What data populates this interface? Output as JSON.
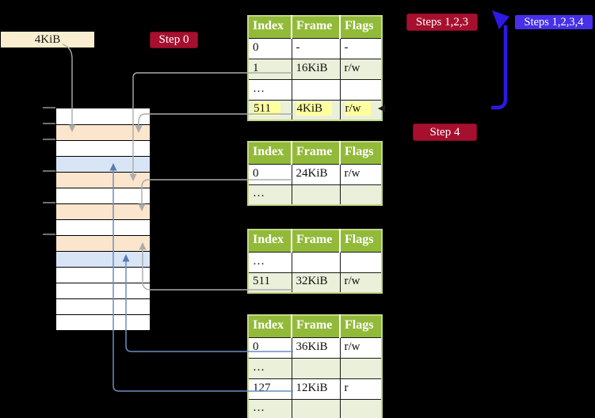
{
  "labels": {
    "frame_size": "4KiB",
    "step0": "Step 0",
    "steps123": "Steps 1,2,3",
    "steps1234": "Steps 1,2,3,4",
    "step4": "Step 4"
  },
  "colors": {
    "background": "#000000",
    "table_header_green": "#92BA39",
    "table_row_green": "#EAF0DA",
    "highlight_yellow": "#FFFF9E",
    "badge_red": "#A6102E",
    "badge_blue": "#4630E8",
    "big_arrow_blue": "#2D18E4",
    "connector_gray": "#ABABAB",
    "connector_blue": "#6C8EBF",
    "memory_peach": "#FCE5CD",
    "memory_blue": "#D8E5F5",
    "frame_label_cream": "#FAEED0"
  },
  "memory": {
    "rows": [
      "white",
      "peach",
      "white",
      "blue",
      "peach",
      "white",
      "peach",
      "white",
      "peach",
      "blue",
      "white",
      "white",
      "white",
      "white"
    ]
  },
  "tables": [
    {
      "id": "page-table-level-1",
      "headers": [
        "Index",
        "Frame",
        "Flags"
      ],
      "rows": [
        {
          "cells": [
            "0",
            "-",
            "-"
          ],
          "highlight": false
        },
        {
          "cells": [
            "1",
            "16KiB",
            "r/w"
          ],
          "highlight": false
        },
        {
          "cells": [
            "…",
            "",
            ""
          ],
          "highlight": false
        },
        {
          "cells": [
            "511",
            "4KiB",
            "r/w"
          ],
          "highlight": true
        }
      ]
    },
    {
      "id": "page-table-level-2",
      "headers": [
        "Index",
        "Frame",
        "Flags"
      ],
      "rows": [
        {
          "cells": [
            "0",
            "24KiB",
            "r/w"
          ],
          "highlight": false
        },
        {
          "cells": [
            "…",
            "",
            ""
          ],
          "highlight": false
        }
      ]
    },
    {
      "id": "page-table-level-3",
      "headers": [
        "Index",
        "Frame",
        "Flags"
      ],
      "rows": [
        {
          "cells": [
            "…",
            "",
            ""
          ],
          "highlight": false
        },
        {
          "cells": [
            "511",
            "32KiB",
            "r/w"
          ],
          "highlight": false
        }
      ]
    },
    {
      "id": "page-table-level-4",
      "headers": [
        "Index",
        "Frame",
        "Flags"
      ],
      "rows": [
        {
          "cells": [
            "0",
            "36KiB",
            "r/w"
          ],
          "highlight": false
        },
        {
          "cells": [
            "…",
            "",
            ""
          ],
          "highlight": false
        },
        {
          "cells": [
            "127",
            "12KiB",
            "r"
          ],
          "highlight": false
        },
        {
          "cells": [
            "…",
            "",
            ""
          ],
          "highlight": false
        }
      ]
    }
  ]
}
